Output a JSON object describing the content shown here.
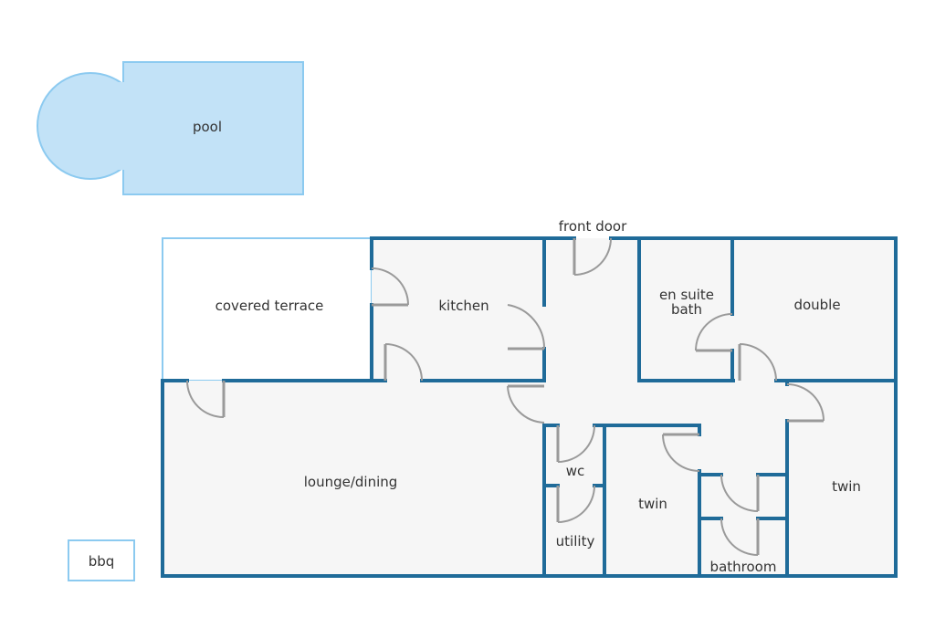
{
  "colors": {
    "wall": "#1f6b99",
    "floor": "#f6f6f6",
    "pool_fill": "#c2e2f7",
    "pool_stroke": "#8ccaf0",
    "terrace_stroke": "#8ccaf0",
    "door": "#9a9a9a"
  },
  "labels": {
    "pool": "pool",
    "front_door": "front door",
    "covered_terrace": "covered terrace",
    "kitchen": "kitchen",
    "en_suite_line1": "en suite",
    "en_suite_line2": "bath",
    "double": "double",
    "lounge_dining": "lounge/dining",
    "wc": "wc",
    "utility": "utility",
    "twin_center": "twin",
    "twin_right": "twin",
    "bathroom": "bathroom",
    "bbq": "bbq"
  }
}
